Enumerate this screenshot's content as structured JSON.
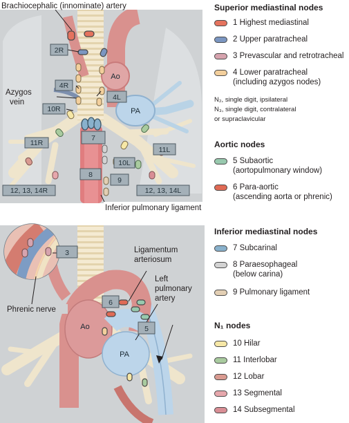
{
  "callouts": {
    "brachiocephalic": "Brachiocephalic (innominate) artery",
    "azygos": "Azygos",
    "vein": "vein",
    "inferior_ligament": "Inferior pulmonary ligament",
    "phrenic": "Phrenic nerve",
    "ligamentum_1": "Ligamentum",
    "ligamentum_2": "arteriosum",
    "left_pulm_1": "Left",
    "left_pulm_2": "pulmonary",
    "left_pulm_3": "artery"
  },
  "vessels": {
    "ao": "Ao",
    "pa": "PA"
  },
  "station_boxes": {
    "s2r": "2R",
    "s4r": "4R",
    "s10r": "10R",
    "s11r": "11R",
    "s4l": "4L",
    "s7": "7",
    "s8": "8",
    "s9": "9",
    "s10l": "10L",
    "s11l": "11L",
    "s12r": "12, 13, 14R",
    "s12l": "12, 13, 14L",
    "s3": "3",
    "s6": "6",
    "s5": "5"
  },
  "legend": {
    "superior": {
      "title": "Superior mediastinal nodes",
      "items": [
        {
          "label": "1 Highest mediastinal",
          "color": "#e5735e"
        },
        {
          "label": "2 Upper paratracheal",
          "color": "#7b96c1"
        },
        {
          "label": "3 Prevascular and retrotracheal",
          "color": "#d6a3ae"
        },
        {
          "label_1": "4 Lower paratracheal",
          "label_2": "(including azygos nodes)",
          "color": "#f3cf9c"
        }
      ],
      "note_1": "N₂, single digit, ipsilateral",
      "note_2": "N₃, single digit, contralateral",
      "note_3": "or supraclavicular"
    },
    "aortic": {
      "title": "Aortic nodes",
      "items": [
        {
          "label_1": "5 Subaortic",
          "label_2": "(aortopulmonary window)",
          "color": "#98c9ae"
        },
        {
          "label_1": "6 Para-aortic",
          "label_2": "(ascending aorta or phrenic)",
          "color": "#e06a55"
        }
      ]
    },
    "inferior": {
      "title": "Inferior mediastinal nodes",
      "items": [
        {
          "label": "7 Subcarinal",
          "color": "#89b1cc"
        },
        {
          "label_1": "8 Paraesophageal",
          "label_2": "(below carina)",
          "color": "#d3d3d3"
        },
        {
          "label": "9 Pulmonary ligament",
          "color": "#e3cfb4"
        }
      ]
    },
    "n1": {
      "title": "N₁ nodes",
      "items": [
        {
          "label": "10 Hilar",
          "color": "#f6e7a6"
        },
        {
          "label": "11 Interlobar",
          "color": "#a9cb9f"
        },
        {
          "label": "12 Lobar",
          "color": "#d99a90"
        },
        {
          "label": "13 Segmental",
          "color": "#e6a7ac"
        },
        {
          "label": "14 Subsegmental",
          "color": "#d98e95"
        }
      ]
    }
  }
}
